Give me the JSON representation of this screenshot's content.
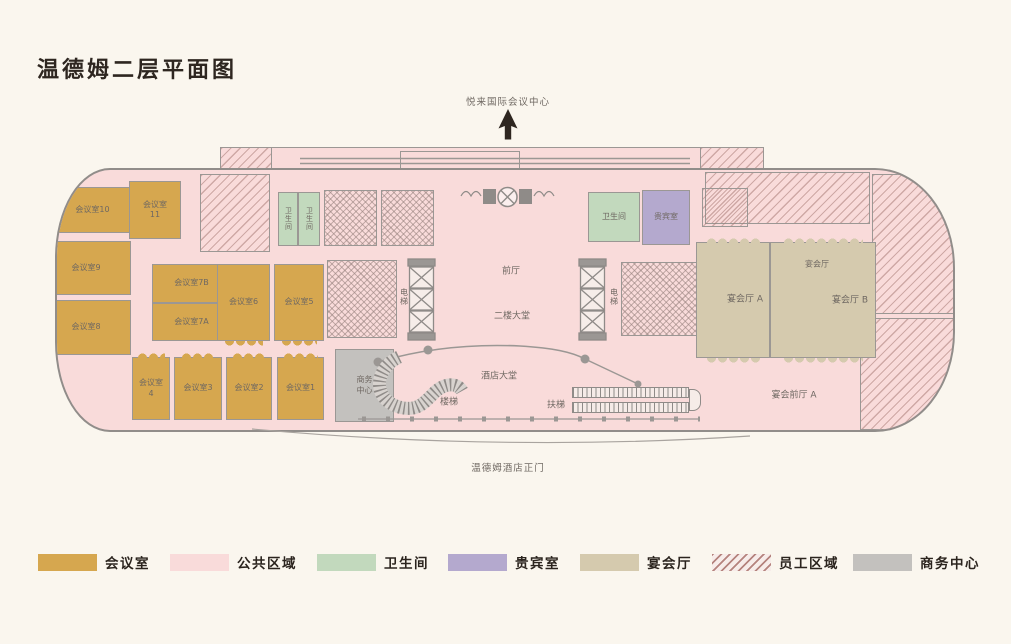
{
  "title": "温德姆二层平面图",
  "north_reference": {
    "label": "悦来国际会议中心"
  },
  "main_entrance_label": "温德姆酒店正门",
  "areas": {
    "meeting_room_10": "会议室10",
    "meeting_room_11_line1": "会议室",
    "meeting_room_11_line2": "11",
    "meeting_room_9": "会议室9",
    "meeting_room_8": "会议室8",
    "meeting_room_7b": "会议室7B",
    "meeting_room_7a": "会议室7A",
    "meeting_room_6": "会议室6",
    "meeting_room_5": "会议室5",
    "meeting_room_4_line1": "会议室",
    "meeting_room_4_line2": "4",
    "meeting_room_3": "会议室3",
    "meeting_room_2": "会议室2",
    "meeting_room_1": "会议室1",
    "restroom_left_1": "卫生间",
    "restroom_left_2": "卫生间",
    "restroom_right": "卫生间",
    "vip_room": "贵宾室",
    "banquet_hall": "宴会厅",
    "banquet_hall_a": "宴会厅 A",
    "banquet_hall_b": "宴会厅 B",
    "banquet_foyer_a": "宴会前厅 A",
    "front_hall": "前厅",
    "second_floor_lobby": "二楼大堂",
    "hotel_lobby": "酒店大堂",
    "elevator_left": "电梯",
    "elevator_right": "电梯",
    "spiral_stairs": "楼梯",
    "escalator": "扶梯",
    "business_center_line1": "商务",
    "business_center_line2": "中心"
  },
  "legend": {
    "items": [
      {
        "label": "会议室",
        "color": "#D6A74F"
      },
      {
        "label": "公共区域",
        "color": "#F9DBDA"
      },
      {
        "label": "卫生间",
        "color": "#C2D9BD"
      },
      {
        "label": "贵宾室",
        "color": "#B4A9CE"
      },
      {
        "label": "宴会厅",
        "color": "#D5CAAE"
      },
      {
        "label": "员工区域",
        "pattern": "diagonal-stripes",
        "color": "#B5837E"
      },
      {
        "label": "商务中心",
        "color": "#C3C1BE"
      }
    ]
  },
  "colors": {
    "background": "#FAF6EE",
    "public_area": "#F9DBDA",
    "meeting_room": "#D6A74F",
    "restroom": "#C2D9BD",
    "vip_room": "#B4A9CE",
    "banquet": "#D5CAAE",
    "business_center": "#C3C1BE",
    "wall": "#9B9794",
    "text_dark": "#2E2620",
    "text_plan": "#6F6862"
  }
}
